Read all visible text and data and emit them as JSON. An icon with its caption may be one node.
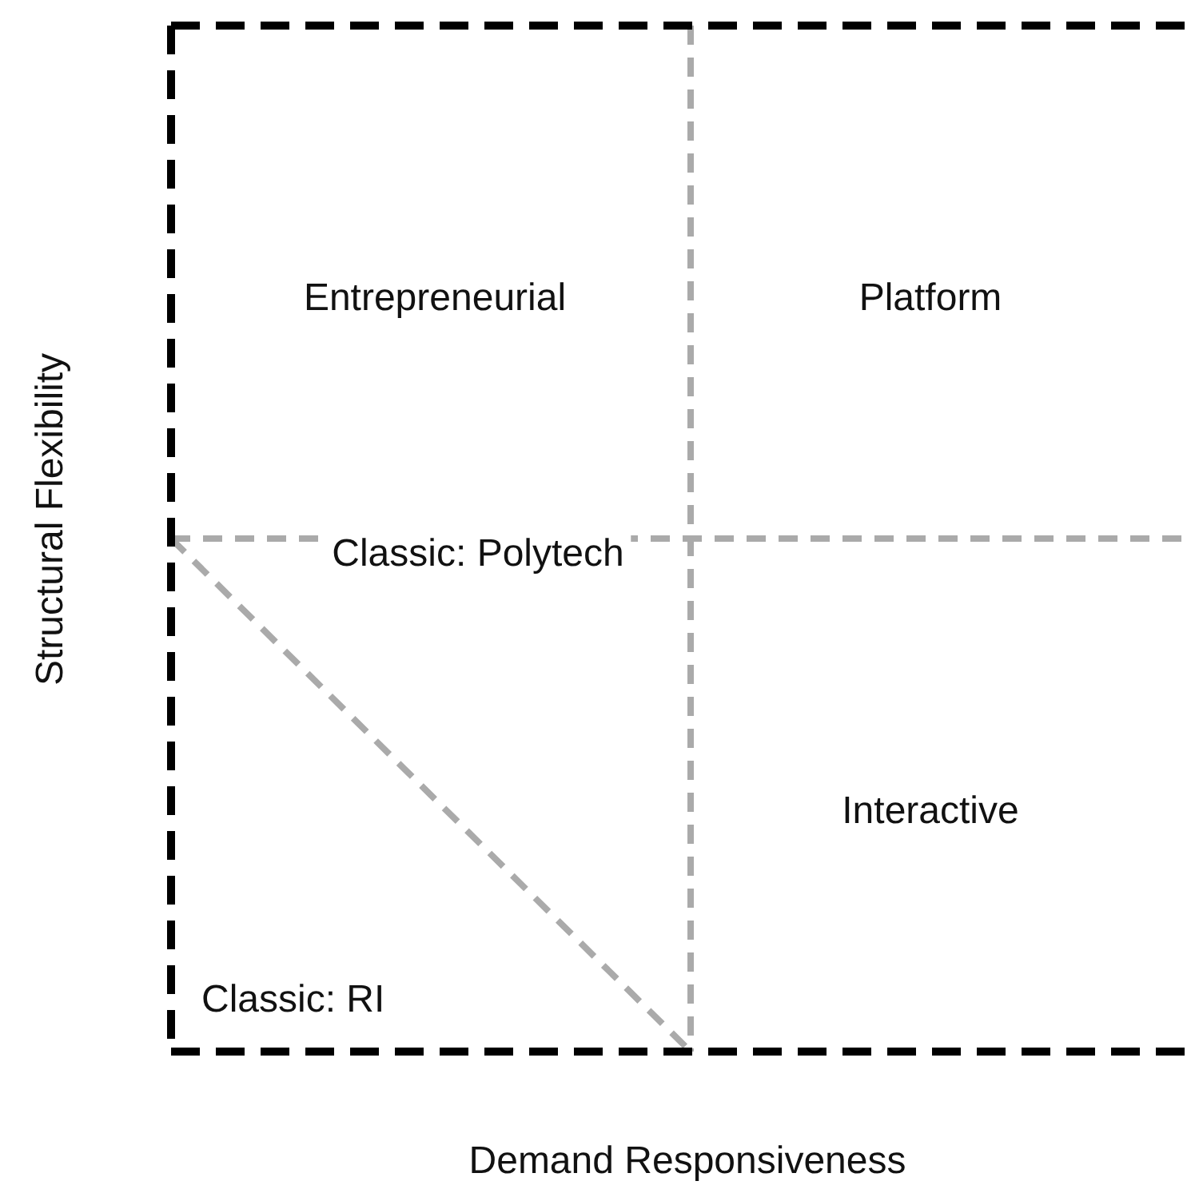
{
  "diagram": {
    "labels": [
      "Entrepreneurial",
      "Platform",
      "Classic: Polytech",
      "Interactive",
      "Classic: RI",
      "Structural Flexibility",
      "Demand Responsiveness"
    ]
  }
}
